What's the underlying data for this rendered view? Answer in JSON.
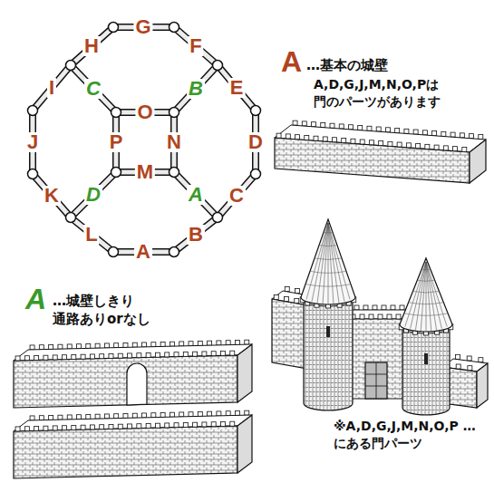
{
  "diagram": {
    "labels": [
      "G",
      "H",
      "F",
      "C",
      "B",
      "I",
      "E",
      "O",
      "J",
      "P",
      "N",
      "D",
      "D",
      "M",
      "A",
      "K",
      "C",
      "L",
      "B",
      "A",
      "A",
      "…基本の城壁",
      "A,D,G,J,M,N,O,Pは 門のパーツがあります",
      "A",
      "…城壁しきり 通路ありorなし",
      "※A,D,G,J,M,N,O,P …にある門パーツ"
    ]
  }
}
